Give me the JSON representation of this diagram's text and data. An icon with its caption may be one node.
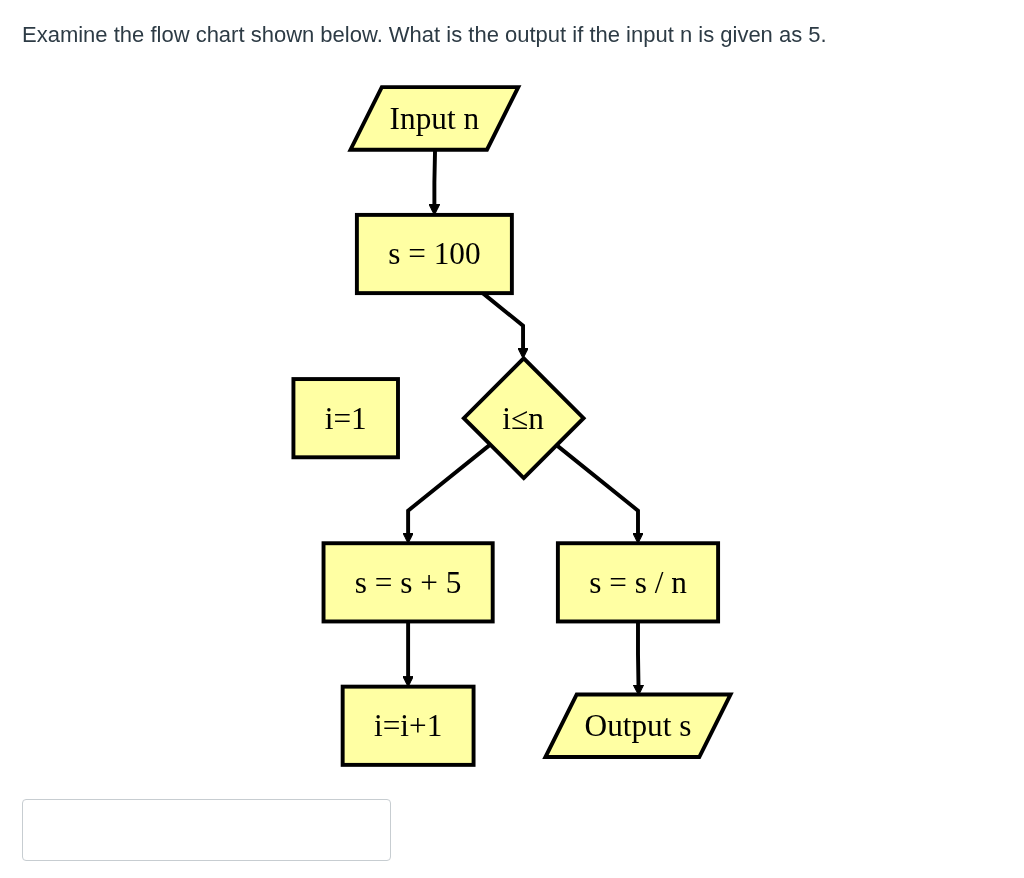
{
  "diagram": {
    "title": "Examine the flow chart shown below. What is the output if the input n is given as 5.",
    "nodes": [
      {
        "text": [
          "Input n"
        ]
      },
      {
        "text": [
          "s = 100"
        ]
      },
      {
        "text": [
          "i=1"
        ]
      },
      {
        "text": [
          "i=i+1"
        ]
      },
      {
        "text": [
          "i≤n"
        ]
      },
      {
        "text": [
          "s = s + 5"
        ]
      },
      {
        "text": [
          "s = s / n"
        ]
      },
      {
        "text": [
          "Output s"
        ]
      }
    ],
    "edges": [
      {
        "from": 0,
        "to": 1,
        "arrow": "to"
      },
      {
        "from": 1,
        "to": 4,
        "arrow": "to"
      },
      {
        "from": 4,
        "to": 5,
        "arrow": "to"
      },
      {
        "from": 4,
        "to": 6,
        "arrow": "to"
      },
      {
        "from": 5,
        "to": 3,
        "arrow": "to"
      },
      {
        "from": 6,
        "to": 7,
        "arrow": "to"
      }
    ]
  }
}
